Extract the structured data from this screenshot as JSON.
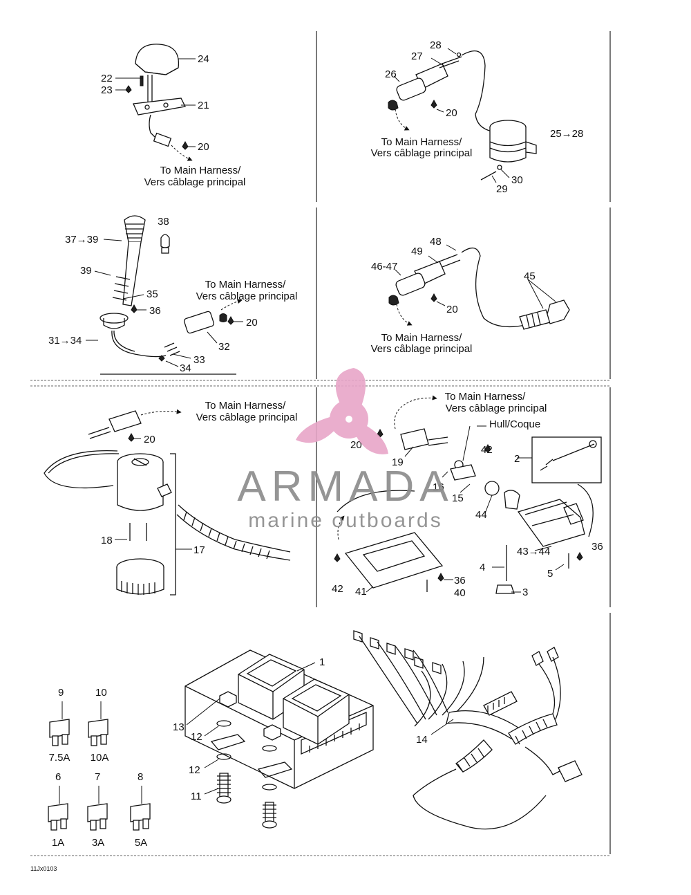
{
  "harness_caption_en": "To Main Harness/",
  "harness_caption_fr": "Vers câblage principal",
  "hull_label": "Hull/Coque",
  "figure_code": "11Jx0103",
  "watermark": {
    "brand": "ARMADA",
    "tagline": "marine outboards",
    "color": "#e8a6c8"
  },
  "fuses": {
    "a": "7.5A",
    "b": "10A",
    "c": "1A",
    "d": "3A",
    "e": "5A"
  },
  "p": {
    "n1": "1",
    "n2": "2",
    "n3": "3",
    "n4": "4",
    "n5": "5",
    "n6": "6",
    "n7": "7",
    "n8": "8",
    "n9": "9",
    "n10": "10",
    "n11": "11",
    "n12": "12",
    "n13": "13",
    "n14": "14",
    "n15": "15",
    "n16": "16",
    "n17": "17",
    "n18": "18",
    "n19": "19",
    "n20": "20",
    "n21": "21",
    "n22": "22",
    "n23": "23",
    "n24": "24",
    "n25_28": "25→28",
    "n26": "26",
    "n27": "27",
    "n28": "28",
    "n29": "29",
    "n30": "30",
    "n31_34": "31→34",
    "n32": "32",
    "n33": "33",
    "n34": "34",
    "n35": "35",
    "n36": "36",
    "n37_39": "37→39",
    "n38": "38",
    "n39": "39",
    "n40": "40",
    "n41": "41",
    "n42": "42",
    "n43_44": "43→44",
    "n44": "44",
    "n45": "45",
    "n46_47": "46-47",
    "n48": "48",
    "n49": "49"
  }
}
